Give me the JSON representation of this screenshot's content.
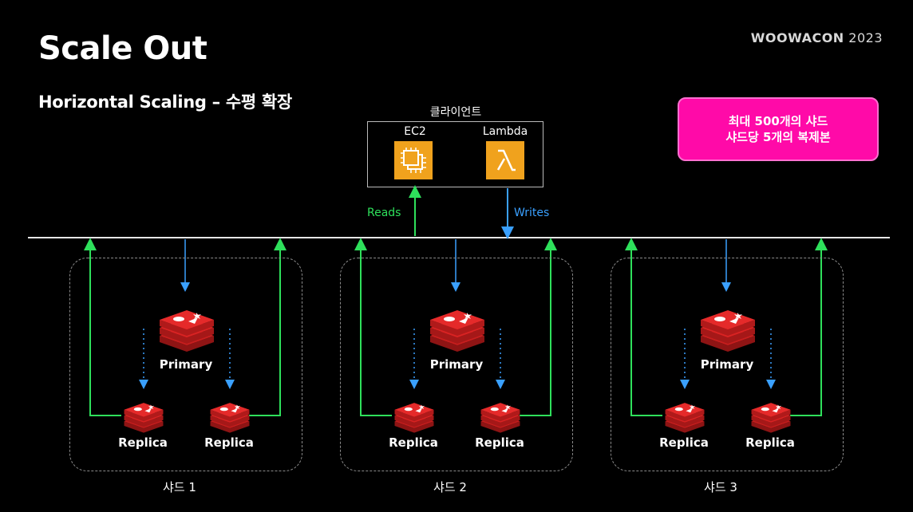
{
  "title": "Scale Out",
  "subtitle": "Horizontal Scaling – 수평 확장",
  "brand": {
    "name": "WOOWACON",
    "year": "2023"
  },
  "callout": {
    "line1": "최대 500개의 샤드",
    "line2": "샤드당 5개의 복제본"
  },
  "client": {
    "label": "클라이언트",
    "services": [
      "EC2",
      "Lambda"
    ]
  },
  "flows": {
    "reads": "Reads",
    "writes": "Writes"
  },
  "shards": [
    {
      "label": "샤드 1",
      "primary": "Primary",
      "replicas": [
        "Replica",
        "Replica"
      ]
    },
    {
      "label": "샤드 2",
      "primary": "Primary",
      "replicas": [
        "Replica",
        "Replica"
      ]
    },
    {
      "label": "샤드 3",
      "primary": "Primary",
      "replicas": [
        "Replica",
        "Replica"
      ]
    }
  ],
  "colors": {
    "reads": "#2ee05b",
    "writes": "#3aa0ff",
    "callout": "#ff0aa8",
    "redis": "#d42020",
    "aws": "#f0a21d"
  },
  "icons": [
    "ec2-icon",
    "lambda-icon",
    "redis-icon"
  ]
}
